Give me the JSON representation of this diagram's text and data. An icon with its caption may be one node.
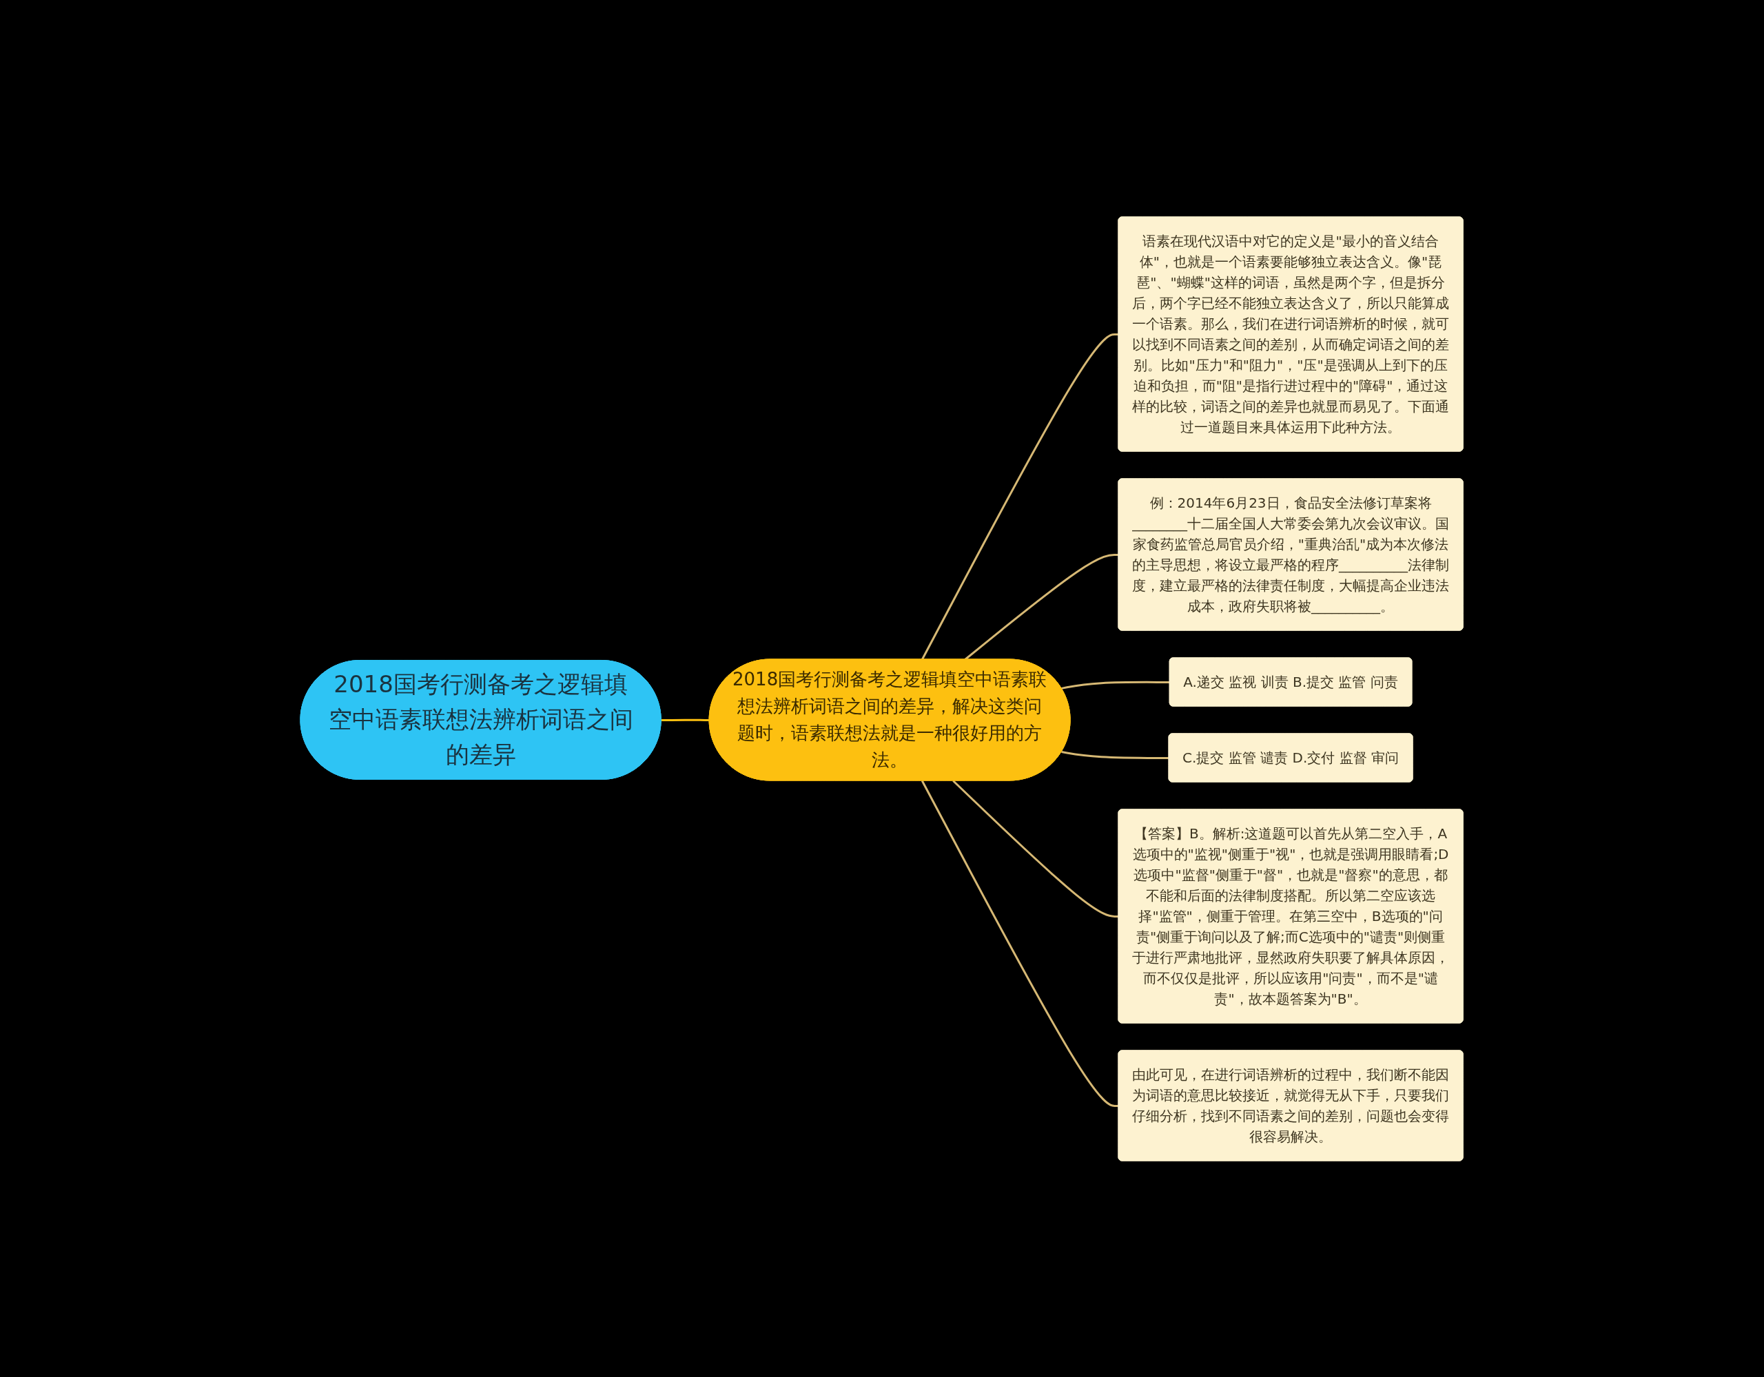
{
  "diagram": {
    "nodes": [
      {
        "text": [
          "2018国考行测备考之逻辑填空中语素联想法辨析词语之间的差异"
        ]
      },
      {
        "text": [
          "2018国考行测备考之逻辑填空中语素联想法辨析词语之间的差异，解决这类问题时，语素联想法就是一种很好用的方法。"
        ]
      },
      {
        "text": [
          "语素在现代汉语中对它的定义是\"最小的音义结合体\"，也就是一个语素要能够独立表达含义。像\"琵琶\"、\"蝴蝶\"这样的词语，虽然是两个字，但是拆分后，两个字已经不能独立表达含义了，所以只能算成一个语素。那么，我们在进行词语辨析的时候，就可以找到不同语素之间的差别，从而确定词语之间的差别。比如\"压力\"和\"阻力\"，\"压\"是强调从上到下的压迫和负担，而\"阻\"是指行进过程中的\"障碍\"，通过这样的比较，词语之间的差异也就显而易见了。下面通过一道题目来具体运用下此种方法。"
        ]
      },
      {
        "text": [
          "例：2014年6月23日，食品安全法修订草案将________十二届全国人大常委会第九次会议审议。国家食药监管总局官员介绍，\"重典治乱\"成为本次修法的主导思想，将设立最严格的程序__________法律制度，建立最严格的法律责任制度，大幅提高企业违法成本，政府失职将被__________。"
        ]
      },
      {
        "text": [
          "A.递交 监视 训责 B.提交 监管 问责"
        ]
      },
      {
        "text": [
          "C.提交 监管 谴责 D.交付 监督 审问"
        ]
      },
      {
        "text": [
          "【答案】B。解析:这道题可以首先从第二空入手，A选项中的\"监视\"侧重于\"视\"，也就是强调用眼睛看;D选项中\"监督\"侧重于\"督\"，也就是\"督察\"的意思，都不能和后面的法律制度搭配。所以第二空应该选择\"监管\"，侧重于管理。在第三空中，B选项的\"问责\"侧重于询问以及了解;而C选项中的\"谴责\"则侧重于进行严肃地批评，显然政府失职要了解具体原因，而不仅仅是批评，所以应该用\"问责\"，而不是\"谴责\"，故本题答案为\"B\"。"
        ]
      },
      {
        "text": [
          "由此可见，在进行词语辨析的过程中，我们断不能因为词语的意思比较接近，就觉得无从下手，只要我们仔细分析，找到不同语素之间的差别，问题也会变得很容易解决。"
        ]
      }
    ],
    "edges": [
      {
        "from": 0,
        "to": 1,
        "arrow": "none",
        "color": "#fdc010"
      },
      {
        "from": 1,
        "to": 2,
        "arrow": "none"
      },
      {
        "from": 1,
        "to": 3,
        "arrow": "none"
      },
      {
        "from": 1,
        "to": 4,
        "arrow": "none"
      },
      {
        "from": 1,
        "to": 5,
        "arrow": "none"
      },
      {
        "from": 1,
        "to": 6,
        "arrow": "none"
      },
      {
        "from": 1,
        "to": 7,
        "arrow": "none"
      }
    ]
  }
}
